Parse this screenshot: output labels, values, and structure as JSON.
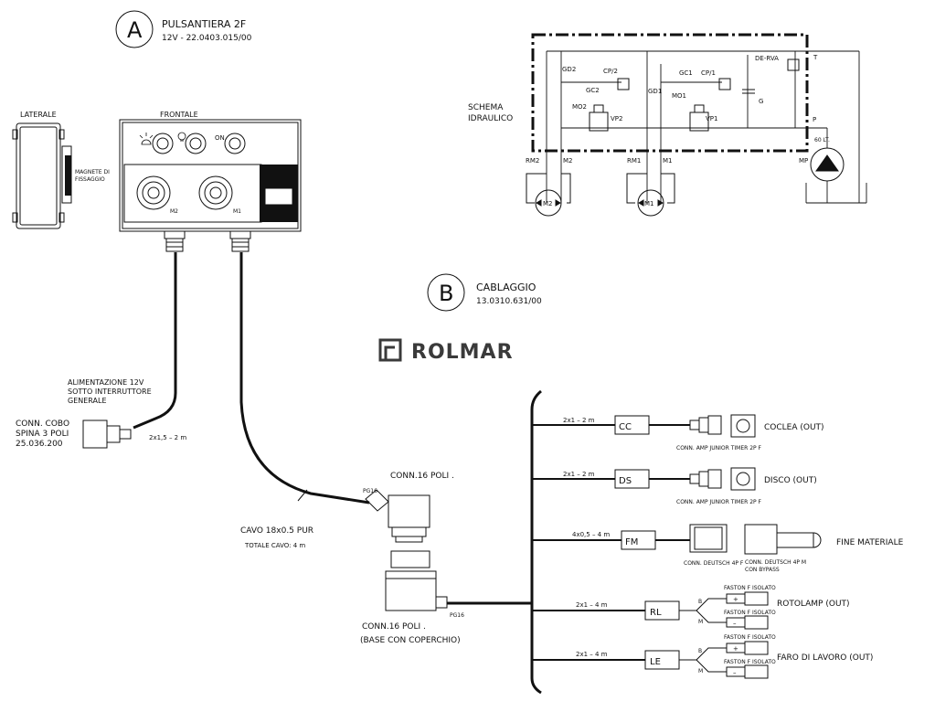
{
  "section_a": {
    "letter": "A",
    "title": "PULSANTIERA 2F",
    "subtitle": "12V  -  22.0403.015/00",
    "lateral_label": "LATERALE",
    "frontal_label": "FRONTALE",
    "magnet_label": [
      "MAGNETE DI",
      "FISSAGGIO"
    ],
    "on_label": "ON",
    "m2_label": "M2",
    "m1_label": "M1"
  },
  "hydraulic": {
    "title": [
      "SCHEMA",
      "IDRAULICO"
    ],
    "labels": {
      "gd2": "GD2",
      "cp2": "CP/2",
      "gc2": "GC2",
      "mo2": "MO2",
      "vp2": "VP2",
      "gd1": "GD1",
      "gc1": "GC1",
      "cp1": "CP/1",
      "mo1": "MO1",
      "vp1": "VP1",
      "g": "G",
      "de_rva": "DE-RVA",
      "t": "T",
      "p": "P",
      "lt": "60 LT.",
      "rm2": "RM2",
      "m2": "M2",
      "rm1": "RM1",
      "m1": "M1",
      "mp": "MP"
    },
    "motor2": "M2",
    "motor1": "M1"
  },
  "section_b": {
    "letter": "B",
    "title": "CABLAGGIO",
    "subtitle": "13.0310.631/00"
  },
  "logo": "ROLMAR",
  "left": {
    "power_label": [
      "ALIMENTAZIONE 12V",
      "SOTTO INTERRUTTORE",
      "GENERALE"
    ],
    "conn_label": [
      "CONN. COBO",
      "SPINA 3 POLI",
      "25.036.200"
    ],
    "cable_spec": "2x1,5 – 2 m",
    "cable_label": "CAVO 18x0.5 PUR",
    "total_cable": "TOTALE CAVO: 4 m",
    "conn16_top": "CONN.16 POLI .",
    "pg16_top": "PG16",
    "conn16_bottom": [
      "CONN.16 POLI .",
      "(BASE CON COPERCHIO)"
    ],
    "pg16_bottom": "PG16"
  },
  "branches": [
    {
      "spec": "2x1 – 2 m",
      "code": "CC",
      "connector": "CONN. AMP JUNIOR TIMER 2P F",
      "output": "COCLEA (OUT)"
    },
    {
      "spec": "2x1 – 2 m",
      "code": "DS",
      "connector": "CONN. AMP JUNIOR TIMER 2P F",
      "output": "DISCO (OUT)"
    },
    {
      "spec": "4x0,5 – 4 m",
      "code": "FM",
      "connector": "CONN. DEUTSCH 4P F",
      "connector2": [
        "CONN. DEUTSCH 4P M",
        "CON BYPASS"
      ],
      "output": "FINE MATERIALE"
    },
    {
      "spec": "2x1 – 4 m",
      "code": "RL",
      "faston": "FASTON F ISOLATO",
      "plus": "+",
      "minus": "–",
      "wire_b": "B",
      "wire_m": "M",
      "output": "ROTOLAMP (OUT)"
    },
    {
      "spec": "2x1 – 4 m",
      "code": "LE",
      "faston": "FASTON F ISOLATO",
      "plus": "+",
      "minus": "–",
      "wire_b": "B",
      "wire_m": "M",
      "output": "FARO DI LAVORO (OUT)"
    }
  ]
}
